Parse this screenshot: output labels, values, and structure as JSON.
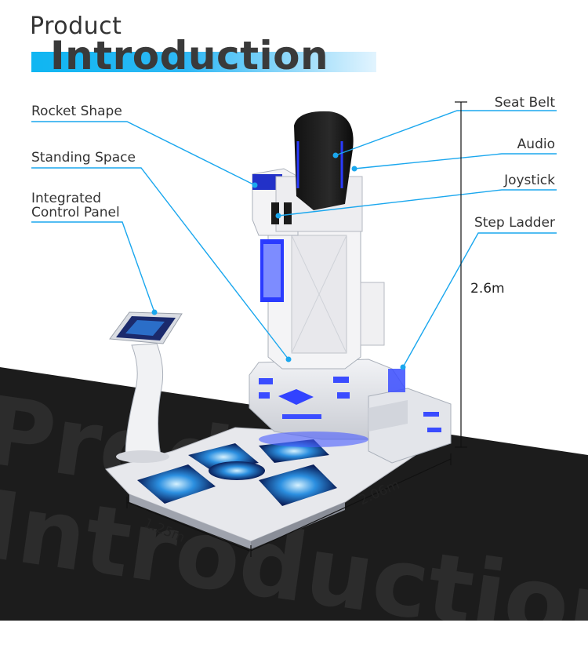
{
  "header": {
    "title_small": "Product",
    "title_large": "Introduction"
  },
  "watermark": {
    "line1": "Prod",
    "line2": "Introduction"
  },
  "callouts": {
    "rocket_shape": "Rocket Shape",
    "standing_space": "Standing Space",
    "control_panel_line1": "Integrated",
    "control_panel_line2": "Control Panel",
    "seat_belt": "Seat Belt",
    "audio": "Audio",
    "joystick": "Joystick",
    "step_ladder": "Step Ladder"
  },
  "dimensions": {
    "height": "2.6m",
    "length": "2.06m",
    "width": "1.25m"
  },
  "colors": {
    "accent_blue": "#1aa7ee",
    "dark_band": "#1c1c1c",
    "glow_blue": "#3a4cff"
  }
}
